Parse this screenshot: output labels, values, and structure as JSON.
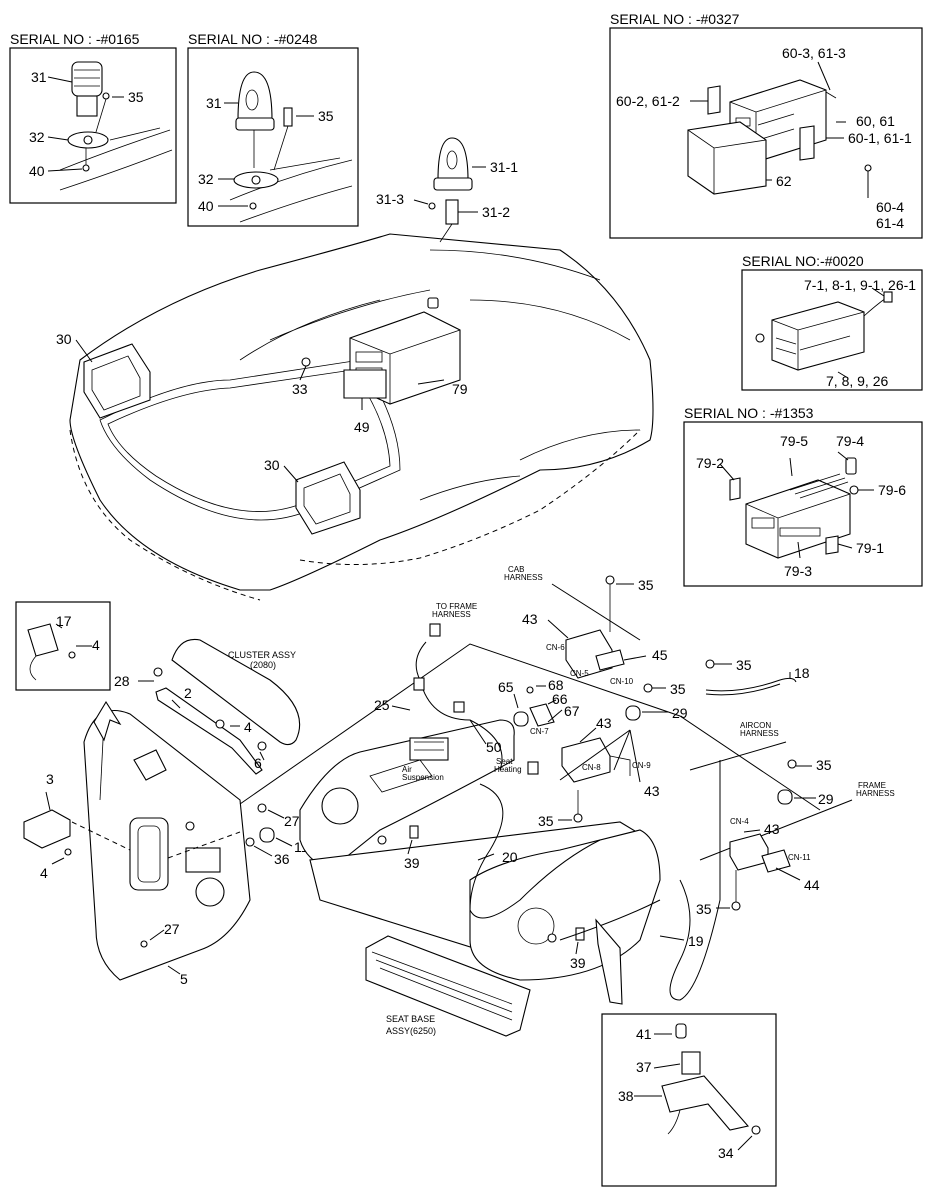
{
  "serials": {
    "s0165": "SERIAL NO : -#0165",
    "s0248": "SERIAL NO : -#0248",
    "s0327": "SERIAL NO : -#0327",
    "s0020": "SERIAL NO:-#0020",
    "s1353": "SERIAL NO : -#1353"
  },
  "callouts": {
    "c31a": "31",
    "c35a": "35",
    "c32a": "32",
    "c40a": "40",
    "c31b": "31",
    "c35b": "35",
    "c32b": "32",
    "c40b": "40",
    "c31_1": "31-1",
    "c31_3": "31-3",
    "c31_2": "31-2",
    "c60_3": "60-3, 61-3",
    "c60_2": "60-2, 61-2",
    "c60_61": "60, 61",
    "c60_1": "60-1, 61-1",
    "c62": "62",
    "c60_4": "60-4",
    "c61_4": "61-4",
    "c7_1": "7-1, 8-1, 9-1, 26-1",
    "c7_8": "7, 8, 9, 26",
    "c79_5": "79-5",
    "c79_4": "79-4",
    "c79_2": "79-2",
    "c79_6": "79-6",
    "c79_1": "79-1",
    "c79_3": "79-3",
    "c30a": "30",
    "c33": "33",
    "c79": "79",
    "c49": "49",
    "c30b": "30",
    "c17": "17",
    "c4a": "4",
    "c28": "28",
    "c2": "2",
    "c4b": "4",
    "c6": "6",
    "c3": "3",
    "c4c": "4",
    "c27a": "27",
    "c11": "11",
    "c36": "36",
    "c27b": "27",
    "c5": "5",
    "c25": "25",
    "c50": "50",
    "c20": "20",
    "c39a": "39",
    "c39b": "39",
    "c65": "65",
    "c68": "68",
    "c66": "66",
    "c67": "67",
    "c43a": "43",
    "c43b": "43",
    "c43c": "43",
    "c43d": "43",
    "c45": "45",
    "c35c": "35",
    "c35d": "35",
    "c35e": "35",
    "c35f": "35",
    "c35g": "35",
    "c29a": "29",
    "c29b": "29",
    "c18": "18",
    "c44": "44",
    "c19": "19",
    "c41": "41",
    "c37": "37",
    "c38": "38",
    "c34": "34"
  },
  "labels": {
    "cluster": "CLUSTER ASSY",
    "cluster_code": "(2080)",
    "cab_harness_1": "CAB",
    "cab_harness_2": "HARNESS",
    "frame_harness_1": "TO FRAME",
    "frame_harness_2": "HARNESS",
    "aircon_1": "AIRCON",
    "aircon_2": "HARNESS",
    "frame2_1": "FRAME",
    "frame2_2": "HARNESS",
    "seat_base_1": "SEAT BASE",
    "seat_base_2": "ASSY(6250)",
    "seat_heating_1": "Seat",
    "seat_heating_2": "Heating",
    "air_susp_1": "Air",
    "air_susp_2": "Suspension",
    "cn4": "CN-4",
    "cn5": "CN-5",
    "cn6": "CN-6",
    "cn7": "CN-7",
    "cn8": "CN-8",
    "cn9": "CN-9",
    "cn10": "CN-10",
    "cn11": "CN-11"
  }
}
